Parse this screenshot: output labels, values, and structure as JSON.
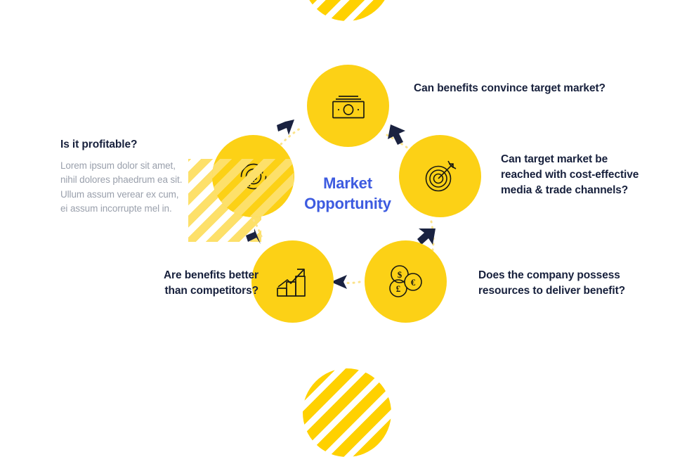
{
  "slide": {
    "center": {
      "line1": "Market",
      "line2": "Opportunity",
      "color": "#3D5BE0"
    },
    "theme": {
      "node_color": "#FCD116",
      "stripe_color": "#FFD100",
      "stripe_light": "#FDE06A",
      "text_color": "#17203C",
      "muted_text_color": "#9AA0AC",
      "arrow_color": "#1A2240",
      "background": "#ffffff"
    },
    "nodes": [
      {
        "id": "revenue",
        "icon": "banknote-icon",
        "caption": "Can benefits convince target market?",
        "caption_lines": [
          "Can benefits convince target market?"
        ]
      },
      {
        "id": "target",
        "icon": "target-arrow-icon",
        "caption": "Can target market be reached with cost-effective media & trade channels?",
        "caption_lines": [
          "Can target market be",
          "reached with cost-effective",
          "media & trade channels?"
        ]
      },
      {
        "id": "resources",
        "icon": "coins-icon",
        "caption": "Does the company possess resources to deliver benefit?",
        "caption_lines": [
          "Does the company possess",
          "resources to deliver benefit?"
        ]
      },
      {
        "id": "benefits",
        "icon": "growth-chart-icon",
        "caption": "Are benefits better than competitors?",
        "caption_lines": [
          "Are benefits better",
          "than competitors?"
        ]
      },
      {
        "id": "profit",
        "icon": "dollar-refresh-icon",
        "caption": "Is it profitable?",
        "body_lines": [
          "Lorem ipsum dolor sit amet,",
          "nihil dolores phaedrum ea sit.",
          "Ullum assum verear ex cum,",
          "ei assum incorrupte mel in."
        ]
      }
    ]
  }
}
